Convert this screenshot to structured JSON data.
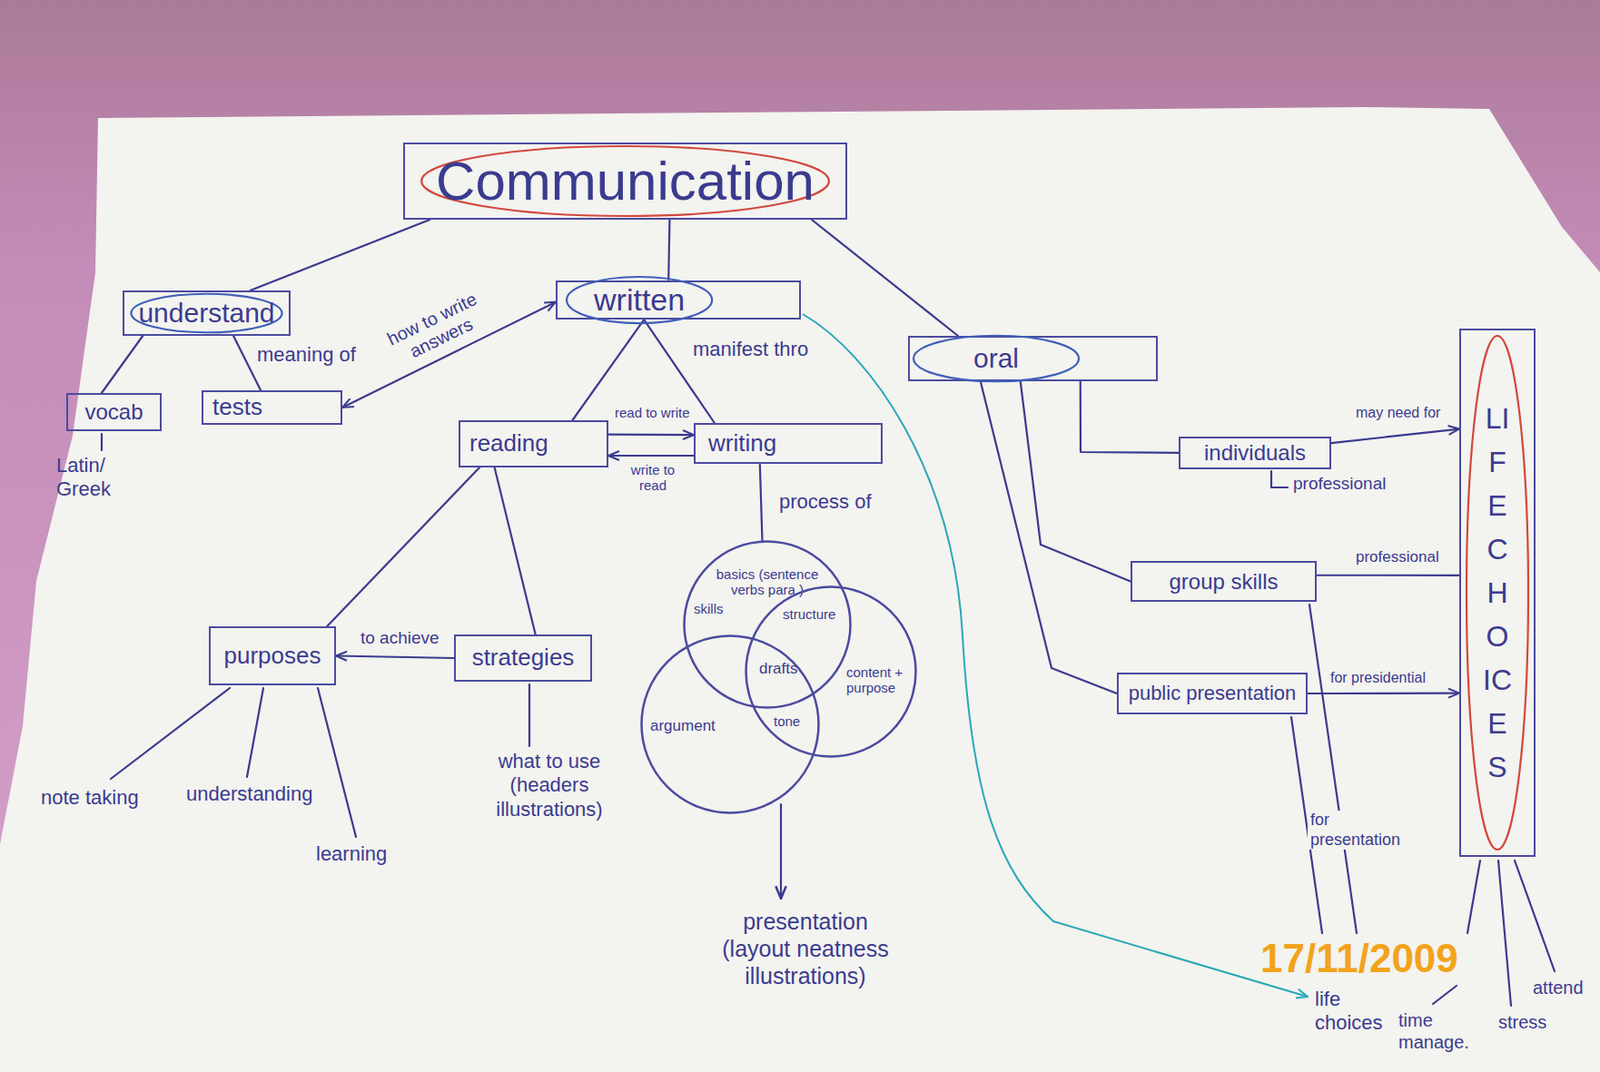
{
  "diagram": {
    "nodes": [
      {
        "text": [
          "Communication"
        ]
      },
      {
        "text": [
          "understand"
        ]
      },
      {
        "text": [
          "written"
        ]
      },
      {
        "text": [
          "oral"
        ]
      },
      {
        "text": [
          "LIFE CHOICES"
        ]
      },
      {
        "text": [
          "vocab"
        ]
      },
      {
        "text": [
          "tests"
        ]
      },
      {
        "text": [
          "reading"
        ]
      },
      {
        "text": [
          "writing"
        ]
      },
      {
        "text": [
          "individuals"
        ]
      },
      {
        "text": [
          "basics (sentence verbs para.)",
          "skills"
        ]
      },
      {
        "text": [
          "structure",
          "content + purpose"
        ]
      },
      {
        "text": [
          "group skills"
        ]
      },
      {
        "text": [
          "purposes"
        ]
      },
      {
        "text": [
          "strategies"
        ]
      },
      {
        "text": [
          "public presentation"
        ]
      },
      {
        "text": [
          "argument"
        ]
      }
    ],
    "edges": [
      {
        "from": 0,
        "to": 1,
        "arrow": "none"
      },
      {
        "from": 0,
        "to": 2,
        "arrow": "none"
      },
      {
        "from": 0,
        "to": 3,
        "arrow": "none"
      },
      {
        "from": 1,
        "to": 5,
        "arrow": "none"
      },
      {
        "from": 1,
        "to": 6,
        "label": "meaning of",
        "arrow": "none"
      },
      {
        "from": 6,
        "to": 2,
        "label": "how to write answers",
        "arrow": "both"
      },
      {
        "from": 2,
        "to": 7,
        "label": "manifest thro",
        "arrow": "none"
      },
      {
        "from": 2,
        "to": 8,
        "arrow": "none"
      },
      {
        "from": 7,
        "to": 8,
        "label": "read to write",
        "arrow": "to"
      },
      {
        "from": 8,
        "to": 7,
        "label": "write to read",
        "arrow": "to"
      },
      {
        "from": 7,
        "to": 13,
        "arrow": "none"
      },
      {
        "from": 7,
        "to": 14,
        "arrow": "none"
      },
      {
        "from": 14,
        "to": 13,
        "label": "to achieve",
        "arrow": "to"
      },
      {
        "from": 8,
        "to": 10,
        "label": "process of",
        "arrow": "none"
      },
      {
        "from": 3,
        "to": 9,
        "arrow": "none"
      },
      {
        "from": 3,
        "to": 12,
        "arrow": "none"
      },
      {
        "from": 3,
        "to": 15,
        "arrow": "none"
      },
      {
        "from": 9,
        "to": 4,
        "label": "may need for",
        "arrow": "to"
      },
      {
        "from": 12,
        "to": 4,
        "label": "professional",
        "arrow": "none"
      },
      {
        "from": 15,
        "to": 4,
        "label": "for presidential",
        "arrow": "to"
      }
    ],
    "labels": [
      "Latin/ Greek",
      "note taking",
      "understanding",
      "learning",
      "what to use (headers illustrations)",
      "drafts",
      "tone",
      "presentation (layout neatness illustrations)",
      "professional",
      "for presentation",
      "life choices",
      "time manage.",
      "stress",
      "attend",
      "17/11/2009"
    ]
  }
}
